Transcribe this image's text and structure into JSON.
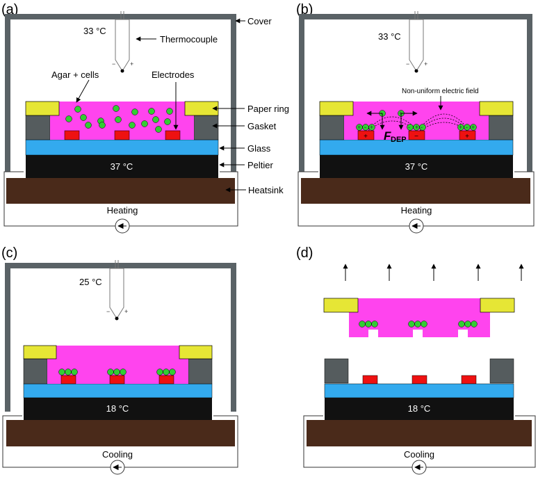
{
  "panels": {
    "a": {
      "label": "(a)",
      "thermo_temp": "33 °C",
      "peltier_temp": "37 °C",
      "mode": "Heating",
      "labels": {
        "cover": "Cover",
        "thermocouple": "Thermocouple",
        "agar_cells": "Agar + cells",
        "electrodes": "Electrodes",
        "paper_ring": "Paper ring",
        "gasket": "Gasket",
        "glass": "Glass",
        "peltier": "Peltier",
        "heatsink": "Heatsink"
      }
    },
    "b": {
      "label": "(b)",
      "thermo_temp": "33 °C",
      "peltier_temp": "37 °C",
      "mode": "Heating",
      "field_label": "Non-uniform electric field",
      "force_label": "F",
      "force_sub": "DEP"
    },
    "c": {
      "label": "(c)",
      "thermo_temp": "25 °C",
      "peltier_temp": "18 °C",
      "mode": "Cooling"
    },
    "d": {
      "label": "(d)",
      "peltier_temp": "18 °C",
      "mode": "Cooling"
    }
  },
  "signs": {
    "minus": "−",
    "plus": "+"
  },
  "colors": {
    "cover": "#5a6266",
    "agar": "#ff44ee",
    "paper_ring": "#e6e635",
    "gasket": "#555c5e",
    "electrode": "#ee1111",
    "glass": "#33aaee",
    "peltier": "#111111",
    "heatsink": "#4a2a1a",
    "cell": "#33cc33"
  }
}
